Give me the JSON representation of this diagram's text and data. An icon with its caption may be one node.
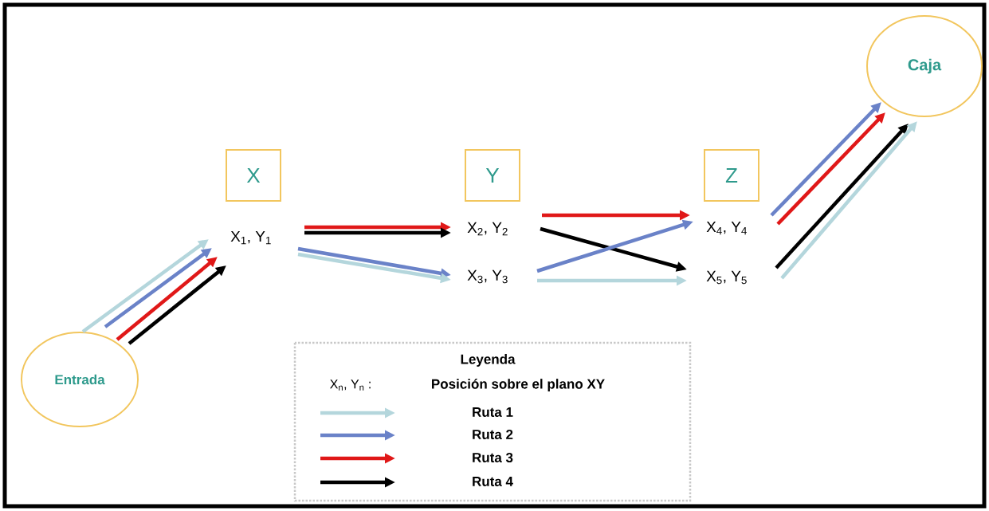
{
  "diagram": {
    "nodes": [
      {
        "text": [
          "Entrada"
        ]
      },
      {
        "text": [
          "X"
        ]
      },
      {
        "text": [
          "Y"
        ]
      },
      {
        "text": [
          "Z"
        ]
      },
      {
        "text": [
          "X$_{1}$, Y$_{1}$"
        ]
      },
      {
        "text": [
          "X$_{2}$, Y$_{2}$"
        ]
      },
      {
        "text": [
          "X$_{3}$, Y$_{3}$"
        ]
      },
      {
        "text": [
          "X$_{4}$, Y$_{4}$"
        ]
      },
      {
        "text": [
          "X$_{5}$, Y$_{5}$"
        ]
      },
      {
        "text": [
          "Caja"
        ]
      }
    ],
    "edges": [
      {
        "from": 0,
        "to": 4,
        "arrow": "to",
        "color": "#b4d6dc"
      },
      {
        "from": 0,
        "to": 4,
        "arrow": "to",
        "color": "#6a82c8"
      },
      {
        "from": 0,
        "to": 4,
        "arrow": "to",
        "color": "#e01818"
      },
      {
        "from": 0,
        "to": 4,
        "arrow": "to",
        "color": "#000000"
      },
      {
        "from": 4,
        "to": 5,
        "arrow": "to",
        "color": "#e01818"
      },
      {
        "from": 4,
        "to": 5,
        "arrow": "to",
        "color": "#000000"
      },
      {
        "from": 4,
        "to": 6,
        "arrow": "to",
        "color": "#6a82c8"
      },
      {
        "from": 4,
        "to": 6,
        "arrow": "to",
        "color": "#b4d6dc"
      },
      {
        "from": 5,
        "to": 7,
        "arrow": "to",
        "color": "#e01818"
      },
      {
        "from": 5,
        "to": 8,
        "arrow": "to",
        "color": "#000000"
      },
      {
        "from": 6,
        "to": 7,
        "arrow": "to",
        "color": "#6a82c8"
      },
      {
        "from": 6,
        "to": 8,
        "arrow": "to",
        "color": "#b4d6dc"
      },
      {
        "from": 7,
        "to": 9,
        "arrow": "to",
        "color": "#6a82c8"
      },
      {
        "from": 7,
        "to": 9,
        "arrow": "to",
        "color": "#e01818"
      },
      {
        "from": 8,
        "to": 9,
        "arrow": "to",
        "color": "#000000"
      },
      {
        "from": 8,
        "to": 9,
        "arrow": "to",
        "color": "#b4d6dc"
      }
    ],
    "labels": [
      "Leyenda",
      "X$_{n}$, Y$_{n}$ :",
      "Posición sobre el plano XY"
    ],
    "legend": [
      {
        "text": "Ruta 1",
        "color": "#b4d6dc"
      },
      {
        "text": "Ruta 2",
        "color": "#6a82c8"
      },
      {
        "text": "Ruta 3",
        "color": "#e01818"
      },
      {
        "text": "Ruta 4",
        "color": "#000000"
      }
    ]
  }
}
